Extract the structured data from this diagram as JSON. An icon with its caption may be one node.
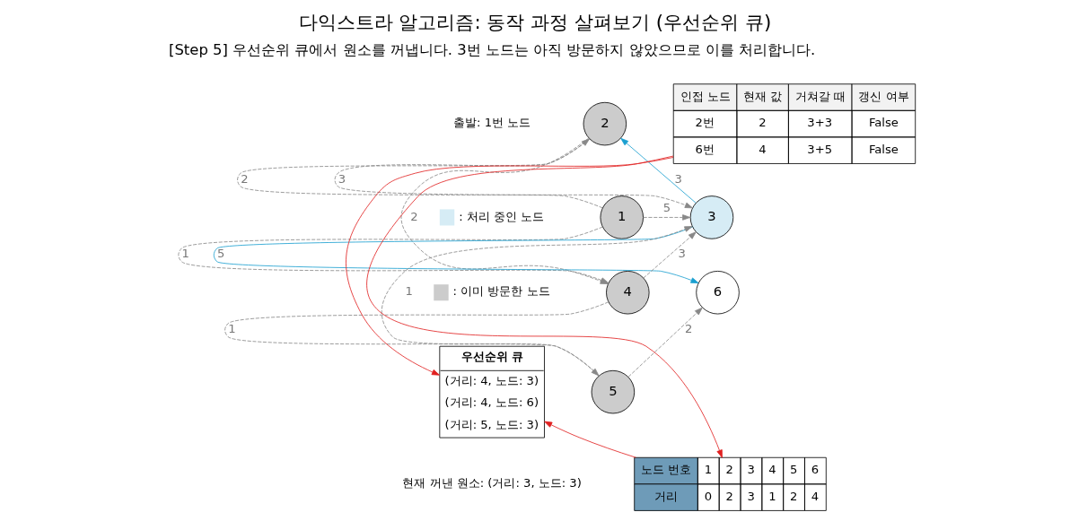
{
  "diagram": {
    "title": "다익스트라 알고리즘: 동작 과정 살펴보기 (우선순위 큐)",
    "nodes": [
      {
        "text": [
          "1"
        ]
      },
      {
        "text": [
          "2"
        ]
      },
      {
        "text": [
          "3"
        ]
      },
      {
        "text": [
          "4"
        ]
      },
      {
        "text": [
          "5"
        ]
      },
      {
        "text": [
          "6"
        ]
      },
      {
        "text": [
          "우선순위 큐",
          "(거리: 4, 노드: 3)",
          "(거리: 4, 노드: 6)",
          "(거리: 5, 노드: 3)"
        ]
      },
      {
        "text": [
          "인접 노드",
          "현재 값",
          "거쳐갈 때",
          "갱신 여부",
          "2번",
          "2",
          "3+3",
          "False",
          "6번",
          "4",
          "3+5",
          "False"
        ]
      },
      {
        "text": [
          "노드 번호",
          "1",
          "2",
          "3",
          "4",
          "5",
          "6",
          "거리",
          "0",
          "2",
          "3",
          "1",
          "2",
          "4"
        ]
      }
    ],
    "edges": [
      {
        "from": 0,
        "to": 1,
        "arrow": "to",
        "label": "2",
        "style": "dashed"
      },
      {
        "from": 1,
        "to": 2,
        "arrow": "to",
        "label": "3",
        "style": "dashed"
      },
      {
        "from": 2,
        "to": 1,
        "arrow": "to",
        "label": "3",
        "color": "#1a9fd0"
      },
      {
        "from": 0,
        "to": 2,
        "arrow": "to",
        "label": "5",
        "style": "dashed"
      },
      {
        "from": 0,
        "to": 3,
        "arrow": "to",
        "label": "1",
        "style": "dashed"
      },
      {
        "from": 1,
        "to": 3,
        "arrow": "to",
        "label": "2",
        "style": "dashed"
      },
      {
        "from": 3,
        "to": 2,
        "arrow": "to",
        "label": "3",
        "style": "dashed"
      },
      {
        "from": 3,
        "to": 4,
        "arrow": "to",
        "label": "1",
        "style": "dashed"
      },
      {
        "from": 4,
        "to": 2,
        "arrow": "to",
        "label": "1",
        "style": "dashed"
      },
      {
        "from": 4,
        "to": 5,
        "arrow": "to",
        "label": "2",
        "style": "dashed"
      },
      {
        "from": 2,
        "to": 5,
        "arrow": "to",
        "label": "5",
        "color": "#1a9fd0"
      },
      {
        "from": 7,
        "to": 6,
        "arrow": "to",
        "color": "#e02020"
      },
      {
        "from": 7,
        "to": 8,
        "arrow": "to",
        "color": "#e02020"
      },
      {
        "from": 8,
        "to": 6,
        "arrow": "to",
        "color": "#e02020"
      }
    ],
    "labels": [
      "[Step 5] 우선순위 큐에서 원소를 꺼냅니다. 3번 노드는 아직 방문하지 않았으므로 이를 처리합니다.",
      "출발: 1번 노드",
      "현재 꺼낸 원소: (거리: 3, 노드: 3)"
    ],
    "legend": [
      {
        "text": ": 처리 중인 노드",
        "color": "#d6ecf5"
      },
      {
        "text": ": 이미 방문한 노드",
        "color": "#cccccc"
      }
    ]
  }
}
